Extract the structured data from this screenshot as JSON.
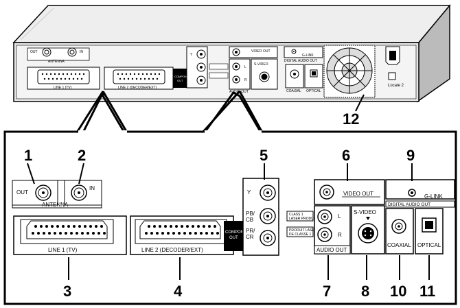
{
  "device_labels": {
    "out": "OUT",
    "in": "IN",
    "antenna": "ANTENNA",
    "line1": "LINE 1 (TV)",
    "line2": "LINE 2 (DECODER/EXT)",
    "component_out_1": "COMPONENT",
    "component_out_2": "OUT",
    "y": "Y",
    "pb_1": "PB/",
    "pb_2": "CB",
    "pr_1": "PR/",
    "pr_2": "CR",
    "laser1_1": "CLASS 1",
    "laser1_2": "LASER PRODUCT",
    "laser2_1": "PRODUIT LASER",
    "laser2_2": "DE CLASSE 1",
    "video_out": "VIDEO OUT",
    "audio_out": "AUDIO OUT",
    "l": "L",
    "r": "R",
    "s_video": "S-VIDEO",
    "g_link": "G-LINK",
    "digital_audio_out": "DIGITAL AUDIO OUT",
    "coaxial": "COAXIAL",
    "optical": "OPTICAL",
    "locate": "Locate 2"
  },
  "callouts": [
    "1",
    "2",
    "3",
    "4",
    "5",
    "6",
    "7",
    "8",
    "9",
    "10",
    "11",
    "12"
  ]
}
